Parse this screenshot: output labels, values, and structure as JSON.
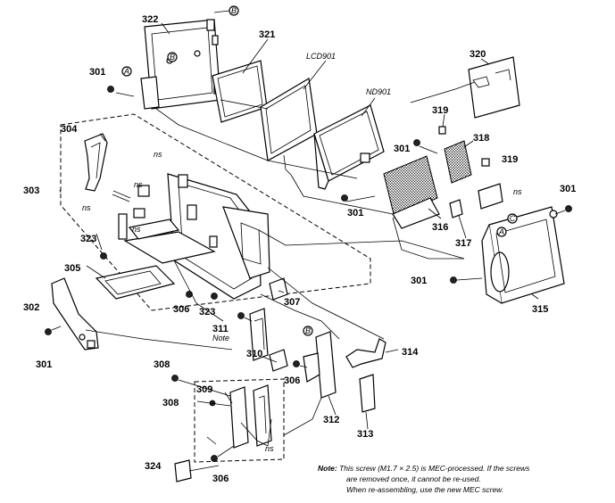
{
  "diagram": {
    "part_labels": {
      "p322": "322",
      "p321": "321",
      "lcd": "LCD901",
      "p320": "320",
      "nd": "ND901",
      "p319a": "319",
      "p319b": "319",
      "p318": "318",
      "p301a": "301",
      "p301b": "301",
      "p301c": "301",
      "p301d": "301",
      "p301e": "301",
      "p301f": "301",
      "p304": "304",
      "p303": "303",
      "p323a": "323",
      "p323b": "323",
      "p305": "305",
      "p302": "302",
      "p306a": "306",
      "p306b": "306",
      "p306c": "306",
      "p307": "307",
      "p316": "316",
      "p317": "317",
      "p315": "315",
      "p311": "311",
      "p311note": "Note",
      "p310": "310",
      "p314": "314",
      "p312": "312",
      "p313": "313",
      "p308a": "308",
      "p308b": "308",
      "p309": "309",
      "p324": "324"
    },
    "ns_label": "ns",
    "callouts": {
      "a": "A",
      "b": "B",
      "c": "C"
    },
    "note": {
      "label": "Note:",
      "line1": "This screw (M1.7 × 2.5) is MEC-processed.  If the screws",
      "line2": "are removed once, it cannot be re-used.",
      "line3": "When re-assembling, use the new MEC screw."
    }
  }
}
